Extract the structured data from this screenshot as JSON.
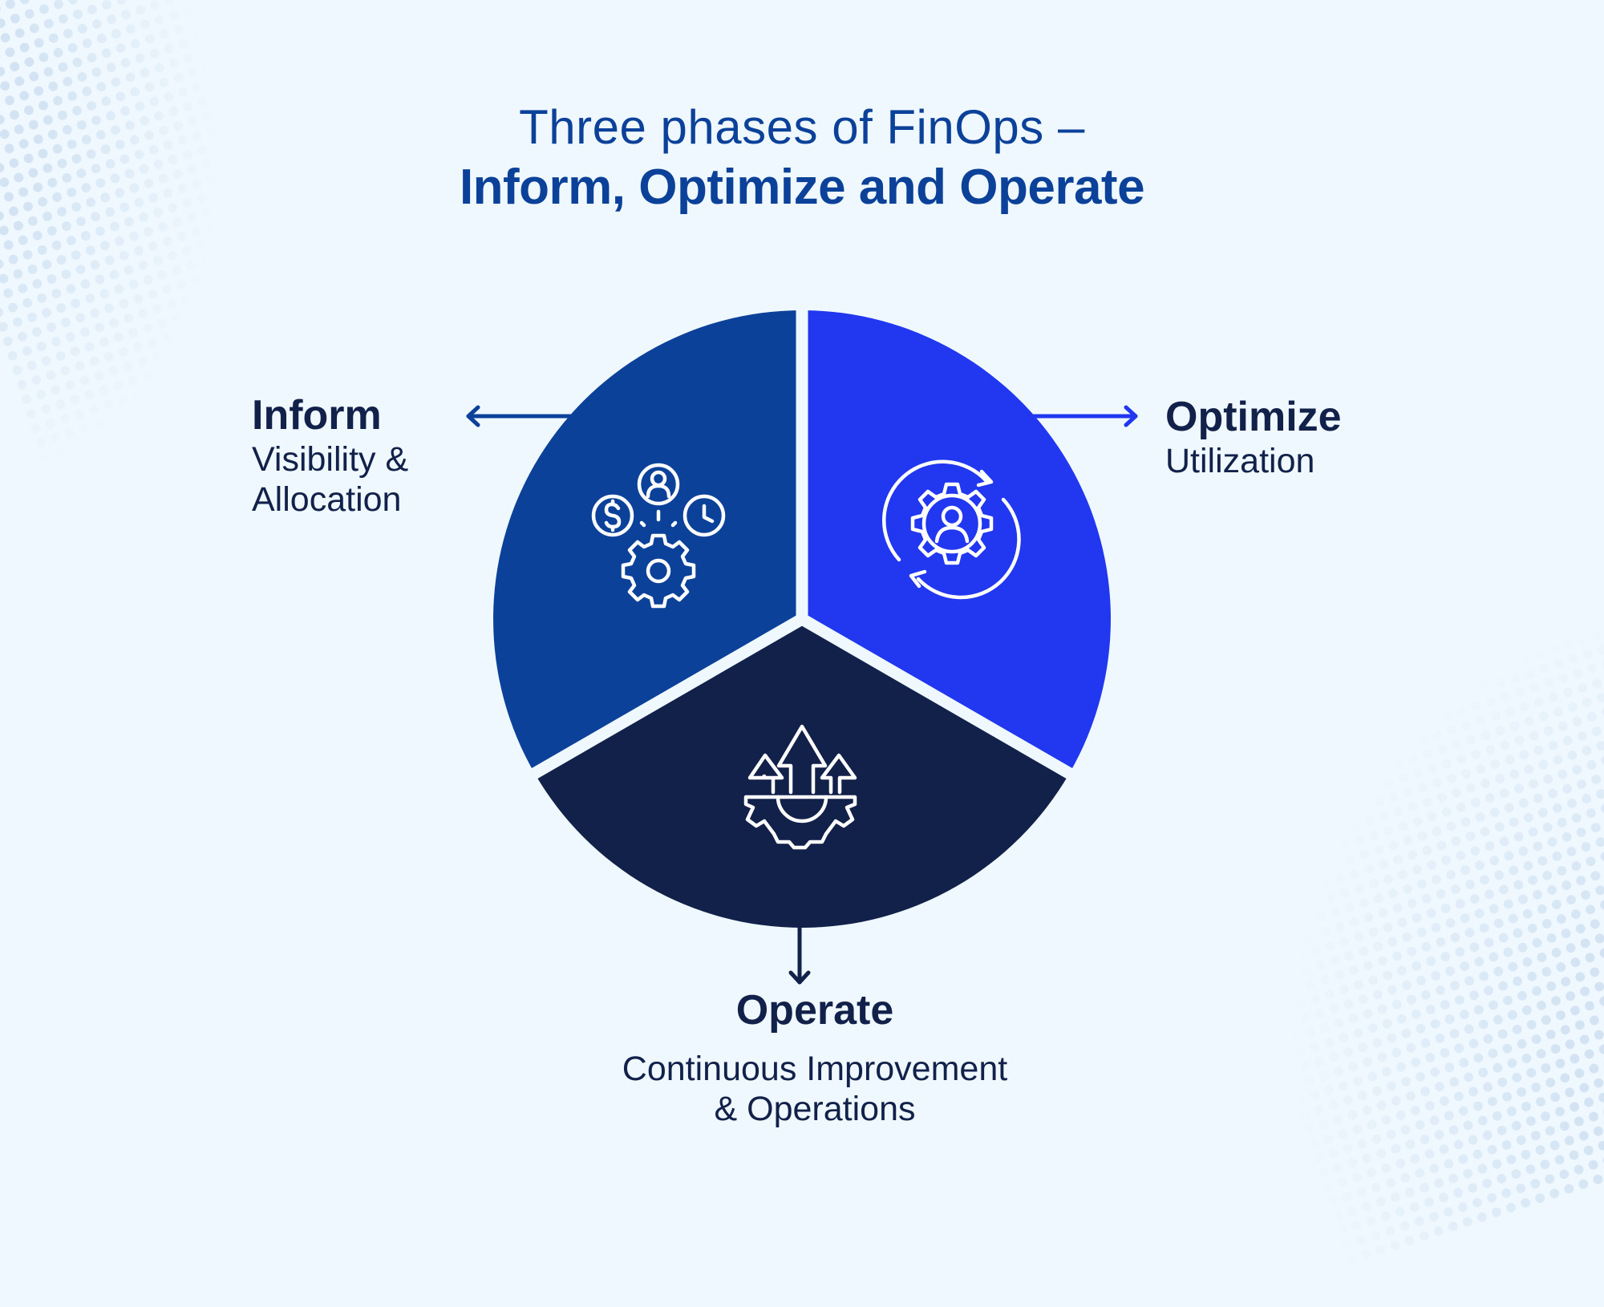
{
  "title": {
    "line1": "Three phases of FinOps –",
    "line2": "Inform, Optimize and Operate"
  },
  "colors": {
    "background": "#eff8fe",
    "title": "#0b4199",
    "label_text": "#12214a",
    "inform": "#0b4199",
    "optimize": "#2137f0",
    "operate": "#12214a",
    "icon_stroke": "#ffffff",
    "dots": "#d3e3f3"
  },
  "phases": [
    {
      "name": "Inform",
      "description_lines": [
        "Visibility &",
        "Allocation"
      ],
      "icon": "cost-people-time-gear-icon",
      "arrow_direction": "left"
    },
    {
      "name": "Optimize",
      "description_lines": [
        "Utilization"
      ],
      "icon": "gear-user-cycle-icon",
      "arrow_direction": "right"
    },
    {
      "name": "Operate",
      "description_lines": [
        "Continuous Improvement",
        "& Operations"
      ],
      "icon": "gear-growth-arrows-icon",
      "arrow_direction": "down"
    }
  ]
}
